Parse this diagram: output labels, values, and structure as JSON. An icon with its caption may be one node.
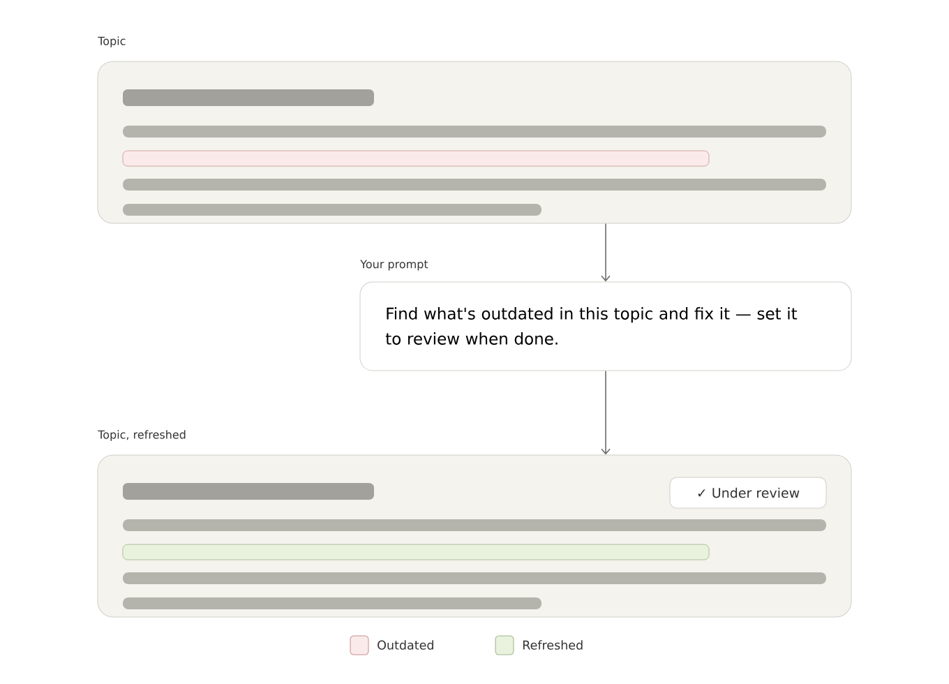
{
  "diagram": {
    "nodes": [
      {
        "text": [
          "Topic"
        ]
      },
      {
        "text": [
          "Your prompt",
          "Find what's outdated in this topic and fix it — set it to review when done."
        ]
      },
      {
        "text": [
          "Topic, refreshed"
        ]
      },
      {
        "text": [
          "✓ Under review"
        ],
        "in": 2
      }
    ],
    "edges": [
      {
        "from": 0,
        "to": 1,
        "arrow": "to"
      },
      {
        "from": 1,
        "to": 2,
        "arrow": "to"
      }
    ],
    "legend": [
      {
        "text": "Outdated",
        "color": "#fbeaea"
      },
      {
        "text": "Refreshed",
        "color": "#e8f2dd"
      }
    ]
  }
}
